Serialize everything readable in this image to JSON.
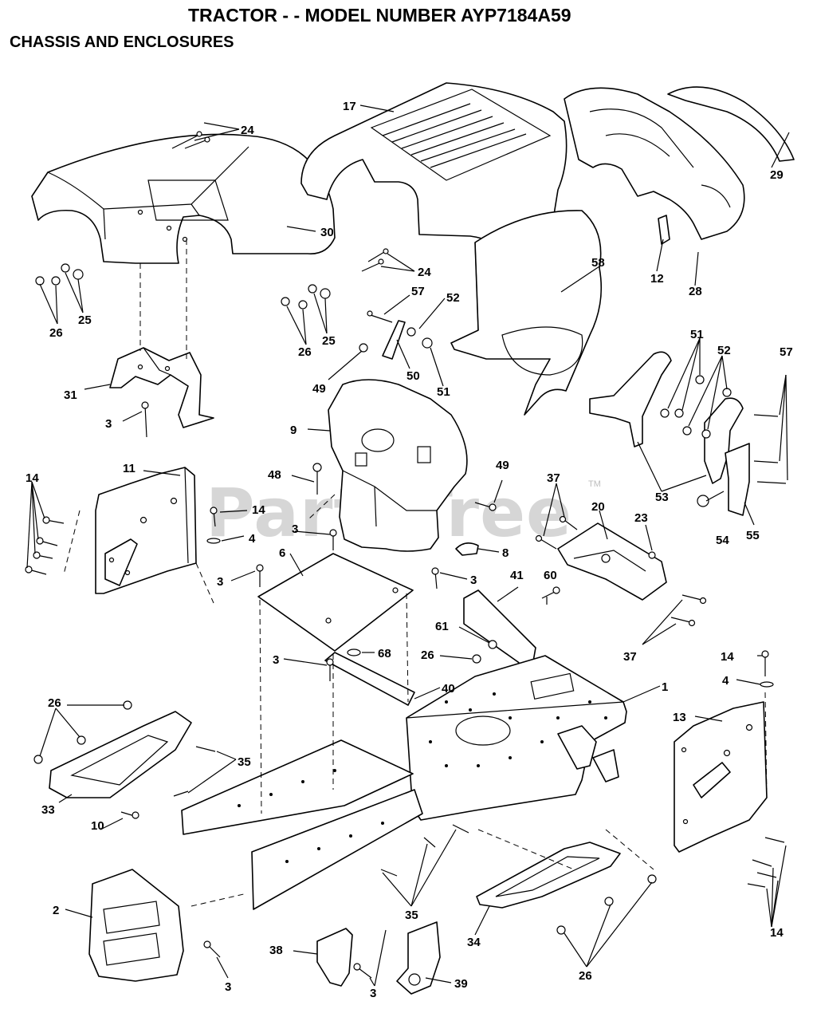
{
  "header": {
    "title": "TRACTOR - - MODEL NUMBER AYP7184A59",
    "subtitle": "CHASSIS AND ENCLOSURES"
  },
  "watermark": {
    "text": "PartsTree",
    "tm": "TM"
  },
  "callouts": [
    {
      "id": "c24a",
      "label": "24"
    },
    {
      "id": "c17",
      "label": "17"
    },
    {
      "id": "c29",
      "label": "29"
    },
    {
      "id": "c30",
      "label": "30"
    },
    {
      "id": "c24b",
      "label": "24"
    },
    {
      "id": "c58",
      "label": "58"
    },
    {
      "id": "c12",
      "label": "12"
    },
    {
      "id": "c28",
      "label": "28"
    },
    {
      "id": "c26a",
      "label": "26"
    },
    {
      "id": "c25a",
      "label": "25"
    },
    {
      "id": "c26b",
      "label": "26"
    },
    {
      "id": "c25b",
      "label": "25"
    },
    {
      "id": "c57a",
      "label": "57"
    },
    {
      "id": "c52a",
      "label": "52"
    },
    {
      "id": "c49a",
      "label": "49"
    },
    {
      "id": "c50",
      "label": "50"
    },
    {
      "id": "c51a",
      "label": "51"
    },
    {
      "id": "c51b",
      "label": "51"
    },
    {
      "id": "c52b",
      "label": "52"
    },
    {
      "id": "c57b",
      "label": "57"
    },
    {
      "id": "c31",
      "label": "31"
    },
    {
      "id": "c3a",
      "label": "3"
    },
    {
      "id": "c9",
      "label": "9"
    },
    {
      "id": "c53",
      "label": "53"
    },
    {
      "id": "c14a",
      "label": "14"
    },
    {
      "id": "c11",
      "label": "11"
    },
    {
      "id": "c48",
      "label": "48"
    },
    {
      "id": "c49b",
      "label": "49"
    },
    {
      "id": "c37a",
      "label": "37"
    },
    {
      "id": "c20",
      "label": "20"
    },
    {
      "id": "c23",
      "label": "23"
    },
    {
      "id": "c54",
      "label": "54"
    },
    {
      "id": "c55",
      "label": "55"
    },
    {
      "id": "c14b",
      "label": "14"
    },
    {
      "id": "c4a",
      "label": "4"
    },
    {
      "id": "c3b",
      "label": "3"
    },
    {
      "id": "c6",
      "label": "6"
    },
    {
      "id": "c8",
      "label": "8"
    },
    {
      "id": "c3c",
      "label": "3"
    },
    {
      "id": "c3d",
      "label": "3"
    },
    {
      "id": "c41",
      "label": "41"
    },
    {
      "id": "c60",
      "label": "60"
    },
    {
      "id": "c37b",
      "label": "37"
    },
    {
      "id": "c3e",
      "label": "3"
    },
    {
      "id": "c68",
      "label": "68"
    },
    {
      "id": "c61",
      "label": "61"
    },
    {
      "id": "c26c",
      "label": "26"
    },
    {
      "id": "c14c",
      "label": "14"
    },
    {
      "id": "c4b",
      "label": "4"
    },
    {
      "id": "c1",
      "label": "1"
    },
    {
      "id": "c40",
      "label": "40"
    },
    {
      "id": "c26d",
      "label": "26"
    },
    {
      "id": "c13",
      "label": "13"
    },
    {
      "id": "c35a",
      "label": "35"
    },
    {
      "id": "c33",
      "label": "33"
    },
    {
      "id": "c10",
      "label": "10"
    },
    {
      "id": "c2",
      "label": "2"
    },
    {
      "id": "c35b",
      "label": "35"
    },
    {
      "id": "c14d",
      "label": "14"
    },
    {
      "id": "c34",
      "label": "34"
    },
    {
      "id": "c26e",
      "label": "26"
    },
    {
      "id": "c3f",
      "label": "3"
    },
    {
      "id": "c38",
      "label": "38"
    },
    {
      "id": "c3g",
      "label": "3"
    },
    {
      "id": "c39",
      "label": "39"
    }
  ]
}
